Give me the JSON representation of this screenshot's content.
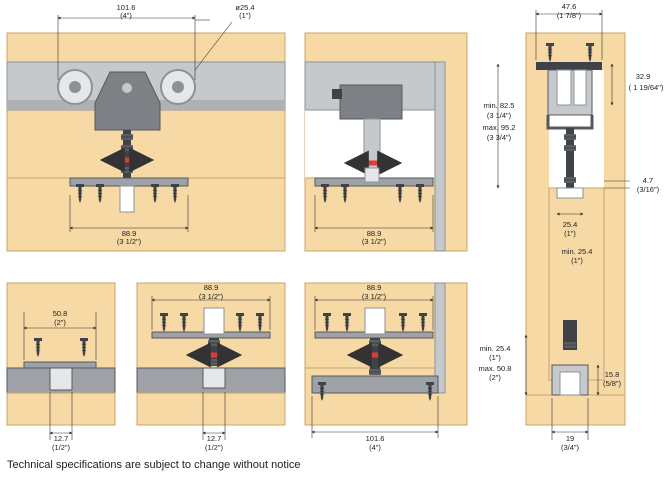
{
  "colors": {
    "wood": "#f6d9a5",
    "wood_edge": "#c8a46a",
    "track": "#c6c9cc",
    "track_dark": "#8d9196",
    "hanger": "#7d8186",
    "bolt": "#3f4347",
    "arrow": "#e23a2f",
    "dim_line": "#333333"
  },
  "panel1": {
    "w_main": "101.6",
    "w_main_in": "(4\")",
    "wheel": "ø25.4",
    "wheel_in": "(1\")",
    "plate": "88.9",
    "plate_in": "(3 1/2\")"
  },
  "panel2": {
    "plate": "88.9",
    "plate_in": "(3 1/2\")"
  },
  "panel3": {
    "width": "47.6",
    "width_in": "(1 7/8\")",
    "min_h": "min. 82.5",
    "min_h_in": "(3 1/4\")",
    "max_h": "max. 95.2",
    "max_h_in": "(3 3/4\")",
    "head": "32.9",
    "head_in": "( 1 19/64\")",
    "gap": "4.7",
    "gap_in": "(3/16\")",
    "block": "25.4",
    "block_in": "(1\")",
    "door_min": "min. 25.4",
    "door_min_in": "(1\")",
    "low_min": "min. 25.4",
    "low_min_in": "(1\")",
    "low_max": "max. 50.8",
    "low_max_in": "(2\")",
    "guide_h": "15.8",
    "guide_h_in": "(5/8\")",
    "guide_w": "19",
    "guide_w_in": "(3/4\")"
  },
  "panel4": {
    "plate": "50.8",
    "plate_in": "(2\")",
    "guide": "12.7",
    "guide_in": "(1/2\")"
  },
  "panel5": {
    "plate": "88.9",
    "plate_in": "(3 1/2\")",
    "guide": "12.7",
    "guide_in": "(1/2\")"
  },
  "panel6": {
    "plate": "88.9",
    "plate_in": "(3 1/2\")",
    "base": "101.6",
    "base_in": "(4\")"
  },
  "footer": "Technical specifications are subject to change without notice"
}
